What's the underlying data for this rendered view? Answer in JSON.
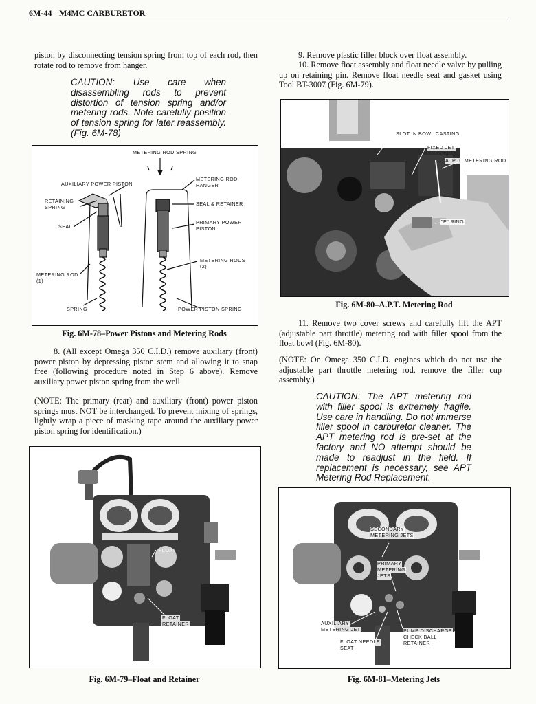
{
  "header": {
    "page_number": "6M-44",
    "title": "M4MC CARBURETOR"
  },
  "left": {
    "para_1": "piston by disconnecting tension spring from top of each rod, then rotate rod to remove from hanger.",
    "caution_1": "CAUTION: Use care when disassembling rods to prevent distortion of tension spring and/or metering rods. Note carefully position of tension spring for later reassembly. (Fig. 6M-78)",
    "para_8": "8. (All except Omega 350 C.I.D.) remove auxiliary (front) power piston by depressing piston stem and allowing it to snap free (following procedure noted in Step 6 above). Remove auxiliary power piston spring from the well.",
    "note_1": "(NOTE: The primary (rear) and auxiliary (front) power piston springs must NOT be interchanged. To prevent mixing of springs, lightly wrap a piece of masking tape around the auxiliary power piston spring for identification.)"
  },
  "right": {
    "para_9": "9. Remove plastic filler block over float assembly.",
    "para_10": "10. Remove float assembly and float needle valve by pulling up on retaining pin. Remove float needle seat and gasket using Tool BT-3007 (Fig. 6M-79).",
    "para_11": "11. Remove two cover screws and carefully lift the APT (adjustable part throttle) metering rod with filler spool from the float bowl (Fig. 6M-80).",
    "note_2": "(NOTE: On Omega 350 C.I.D. engines which do not use the adjustable part throttle metering rod, remove the filler cup assembly.)",
    "caution_2": "CAUTION: The APT metering rod with filler spool is extremely fragile. Use care in handling. Do not immerse filler spool in carburetor cleaner. The APT metering rod is pre-set at the factory and NO attempt should be made to readjust in the field. If replacement is necessary, see APT Metering Rod Replacement."
  },
  "figures": {
    "fig78": {
      "caption": "Fig. 6M-78–Power Pistons and Metering Rods",
      "labels": {
        "metering_rod_spring": "METERING ROD SPRING",
        "auxiliary_power_piston": "AUXILIARY POWER PISTON",
        "metering_rod_hanger_1": "METERING ROD",
        "metering_rod_hanger_2": "HANGER",
        "retaining_spring_1": "RETAINING",
        "retaining_spring_2": "SPRING",
        "seal_retainer": "SEAL & RETAINER",
        "seal": "SEAL",
        "primary_power_piston_1": "PRIMARY POWER",
        "primary_power_piston_2": "PISTON",
        "metering_rods_2_1": "METERING RODS",
        "metering_rods_2_2": "(2)",
        "metering_rod_1_1": "METERING ROD",
        "metering_rod_1_2": "(1)",
        "spring": "SPRING",
        "power_piston_spring": "POWER PISTON SPRING"
      }
    },
    "fig79": {
      "caption": "Fig. 6M-79–Float and Retainer",
      "labels": {
        "float": "FLOAT",
        "float_retainer_1": "FLOAT",
        "float_retainer_2": "RETAINER"
      }
    },
    "fig80": {
      "caption": "Fig. 6M-80–A.P.T. Metering Rod",
      "labels": {
        "slot_in_bowl_casting": "SLOT IN BOWL CASTING",
        "fixed_jet": "FIXED JET",
        "apt_metering_rod": "A. P. T. METERING ROD",
        "e_ring": "\"E\" RING"
      }
    },
    "fig81": {
      "caption": "Fig. 6M-81–Metering Jets",
      "labels": {
        "secondary_metering_jets_1": "SECONDARY",
        "secondary_metering_jets_2": "METERING JETS",
        "primary_metering_jets_1": "PRIMARY",
        "primary_metering_jets_2": "METERING",
        "primary_metering_jets_3": "JETS",
        "auxiliary_metering_jet_1": "AUXILIARY",
        "auxiliary_metering_jet_2": "METERING JET",
        "pump_discharge_1": "PUMP DISCHARGE",
        "pump_discharge_2": "CHECK BALL",
        "pump_discharge_3": "RETAINER",
        "float_needle_seat_1": "FLOAT NEEDLE",
        "float_needle_seat_2": "SEAT"
      }
    }
  }
}
